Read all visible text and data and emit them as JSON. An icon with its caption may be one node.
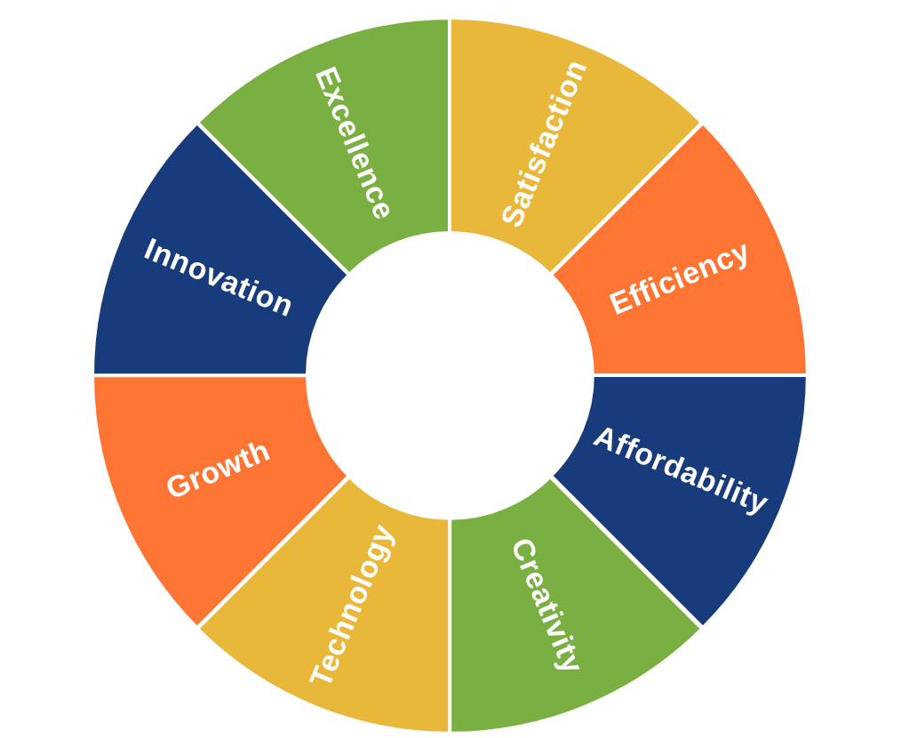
{
  "diagram": {
    "nodes": [
      {
        "text": [
          "Excellence"
        ]
      },
      {
        "text": [
          "Satisfaction"
        ]
      },
      {
        "text": [
          "Efficiency"
        ]
      },
      {
        "text": [
          "Affordability"
        ]
      },
      {
        "text": [
          "Creativity"
        ]
      },
      {
        "text": [
          "Technology"
        ]
      },
      {
        "text": [
          "Growth"
        ]
      },
      {
        "text": [
          "Innovation"
        ]
      }
    ]
  }
}
